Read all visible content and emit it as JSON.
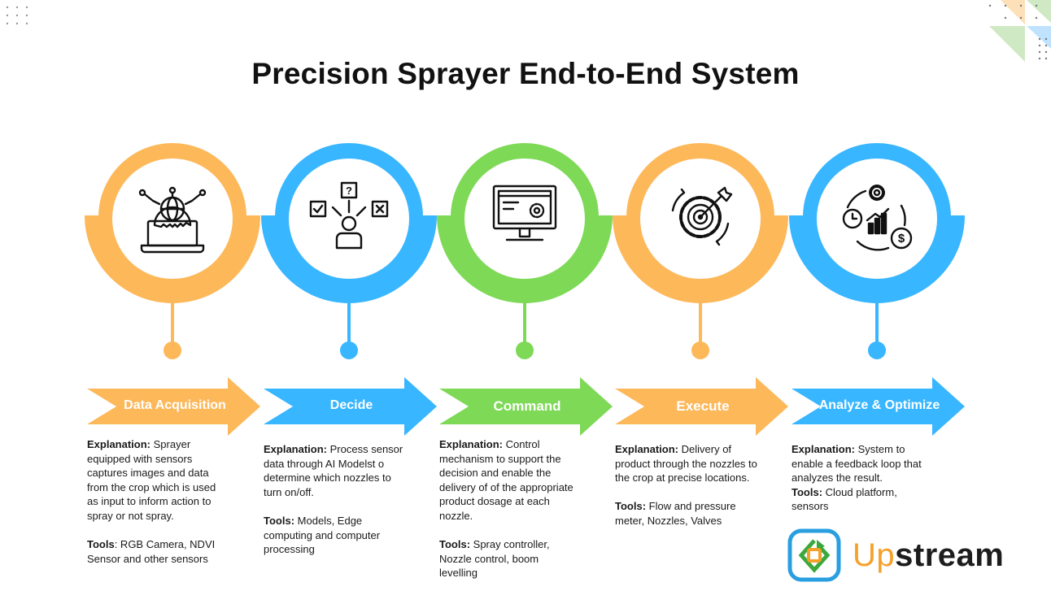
{
  "title": "Precision Sprayer End-to-End System",
  "colors": {
    "orange": "#FDB85A",
    "blue": "#38B6FF",
    "green": "#7ED957"
  },
  "steps": [
    {
      "label": "Data Acquisition",
      "icon": "laptop-globe-gear-icon",
      "color": "#FDB85A",
      "explanation_label": "Explanation:",
      "explanation": "Sprayer equipped with sensors captures images and data from the crop which is used as input to inform action to spray or not spray.",
      "tools_label": "Tools",
      "tools": ": RGB Camera, NDVI Sensor and other sensors"
    },
    {
      "label": "Decide",
      "icon": "person-decision-icon",
      "color": "#38B6FF",
      "explanation_label": "Explanation:",
      "explanation": "Process sensor data through AI Modelst o determine which nozzles to turn on/off.",
      "tools_label": "Tools:",
      "tools": "Models, Edge computing and computer processing"
    },
    {
      "label": "Command",
      "icon": "monitor-settings-icon",
      "color": "#7ED957",
      "explanation_label": "Explanation:",
      "explanation": "Control mechanism to support the decision and enable the delivery of of the appropriate product dosage at each nozzle.",
      "tools_label": "Tools:",
      "tools": "Spray controller, Nozzle control, boom levelling"
    },
    {
      "label": "Execute",
      "icon": "target-gear-icon",
      "color": "#FDB85A",
      "explanation_label": "Explanation:",
      "explanation": "Delivery of product through the nozzles to the crop at precise locations.",
      "tools_label": "Tools:",
      "tools": "Flow and pressure meter, Nozzles, Valves"
    },
    {
      "label": "Analyze & Optimize",
      "icon": "analytics-cycle-icon",
      "color": "#38B6FF",
      "explanation_label": "Explanation:",
      "explanation": "System to enable a feedback loop that analyzes the result.",
      "tools_label": "Tools:",
      "tools": "Cloud platform, sensors"
    }
  ],
  "logo": {
    "part1": "Up",
    "part2": "stream"
  }
}
